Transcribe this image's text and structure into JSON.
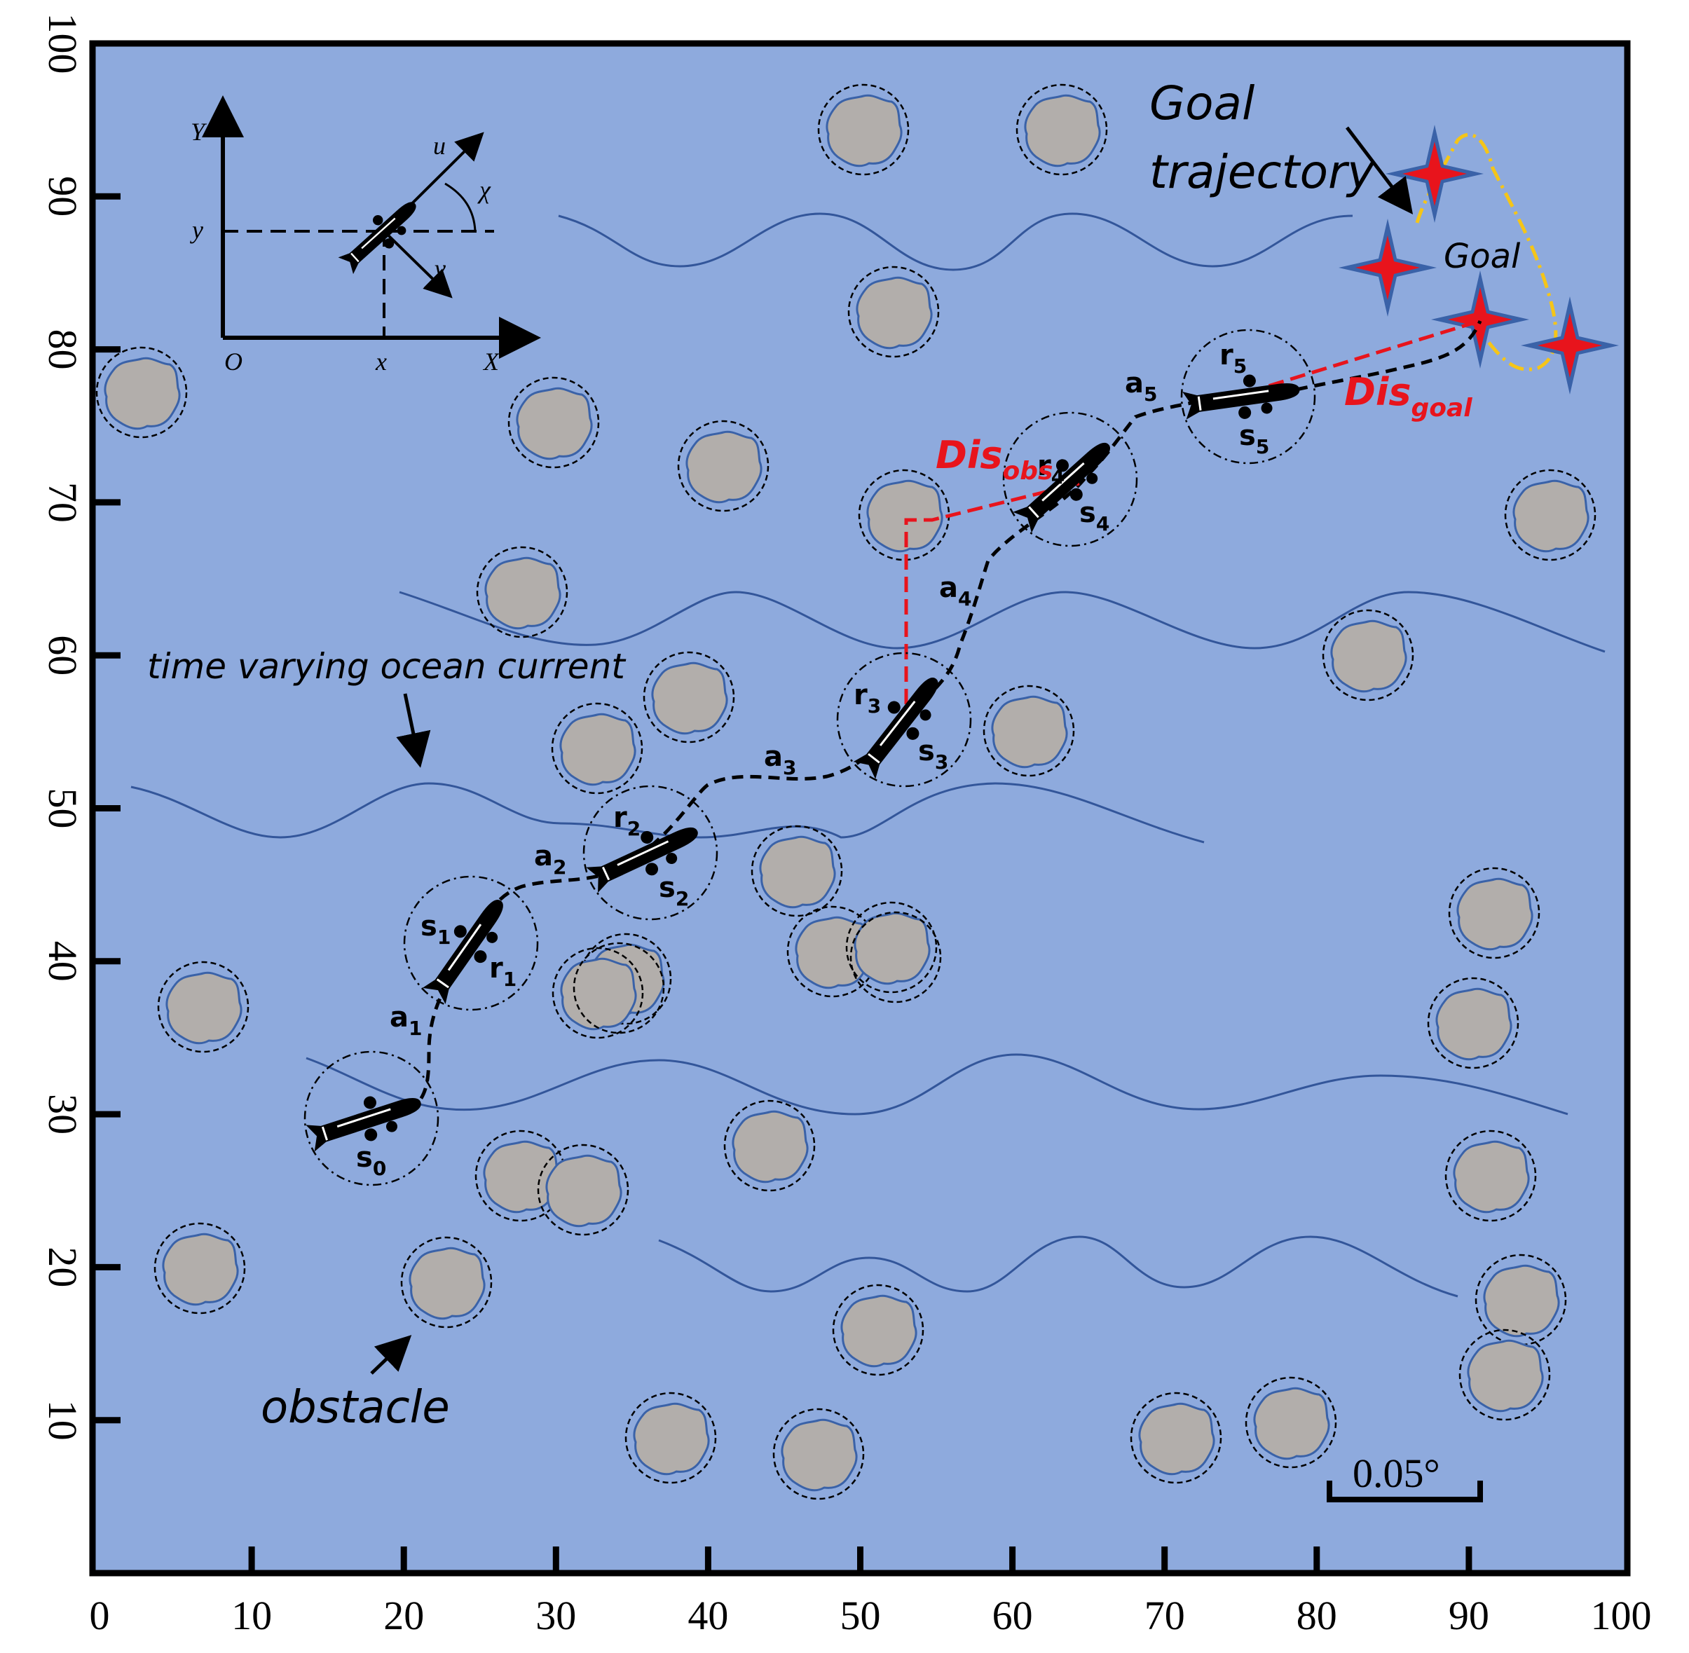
{
  "axes": {
    "x_ticks": [
      "0",
      "10",
      "20",
      "30",
      "40",
      "50",
      "60",
      "70",
      "80",
      "90",
      "100"
    ],
    "y_ticks": [
      "10",
      "20",
      "30",
      "40",
      "50",
      "60",
      "70",
      "80",
      "90",
      "100"
    ]
  },
  "colors": {
    "ocean": "#8eaadd",
    "obstacle_fill": "#b2aeab",
    "obstacle_edge": "#3a62a8",
    "current_line": "#33569a",
    "distance_line": "#e8141c",
    "goal_star": "#e8141c",
    "goal_star_edge": "#3a62a8",
    "goal_trajectory": "#f5c518"
  },
  "annotations": {
    "goal_trajectory_line1": "Goal",
    "goal_trajectory_line2": "trajectory",
    "goal": "Goal",
    "current": "time varying ocean current",
    "obstacle": "obstacle",
    "dis_obs_main": "Dis",
    "dis_obs_sub": "obs",
    "dis_goal_main": "Dis",
    "dis_goal_sub": "goal",
    "scale": "0.05°"
  },
  "inset": {
    "y_axis": "Y",
    "x_axis": "X",
    "origin": "O",
    "x": "x",
    "y": "y",
    "u": "u",
    "v": "v",
    "chi": "χ"
  },
  "states": [
    {
      "s": "s",
      "sub": "0"
    },
    {
      "s": "s",
      "sub": "1",
      "r": "r",
      "rsub": "1",
      "a": "a",
      "asub": "1"
    },
    {
      "s": "s",
      "sub": "2",
      "r": "r",
      "rsub": "2",
      "a": "a",
      "asub": "2"
    },
    {
      "s": "s",
      "sub": "3",
      "r": "r",
      "rsub": "3",
      "a": "a",
      "asub": "3"
    },
    {
      "s": "s",
      "sub": "4",
      "r": "r",
      "rsub": "4",
      "a": "a",
      "asub": "4"
    },
    {
      "s": "s",
      "sub": "5",
      "r": "r",
      "rsub": "5",
      "a": "a",
      "asub": "5"
    }
  ],
  "icons": {
    "vehicle": "auv-icon",
    "goal_marker": "four-point-star-icon",
    "obstacle_shape": "rock-blob-icon"
  }
}
